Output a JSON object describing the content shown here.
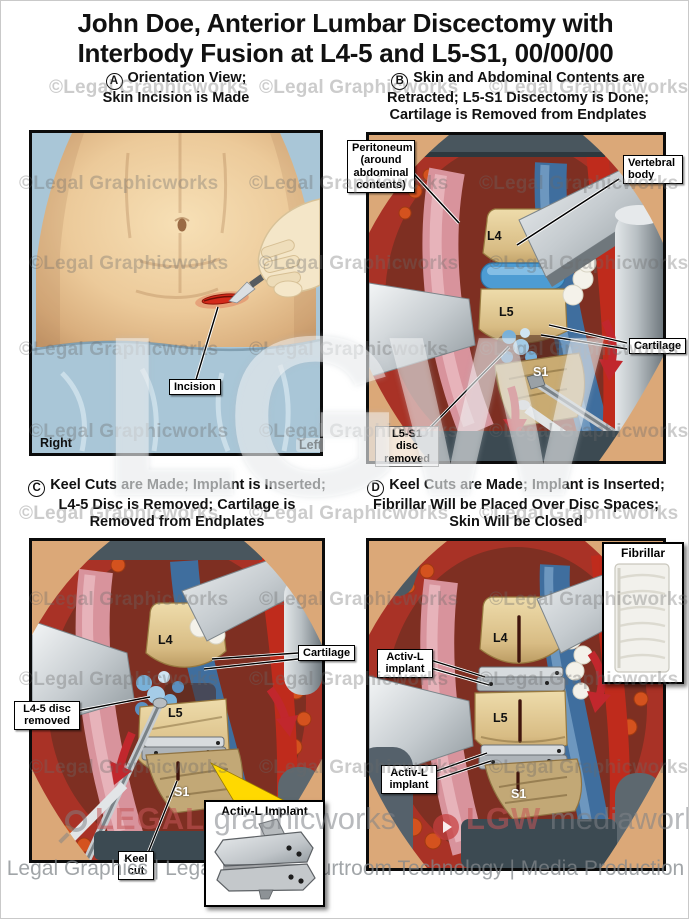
{
  "page": {
    "title_line1": "John Doe, Anterior Lumbar Discectomy with",
    "title_line2": "Interbody Fusion at L4-5 and L5-S1, 00/00/00",
    "footer": "Legal Graphics | Legal Video | Courtroom Technology | Media Production"
  },
  "watermarks": {
    "tile": "©Legal Graphicworks",
    "big": "LGW",
    "logo_left_word1": "LEGAL",
    "logo_left_word2": " graphicworks",
    "logo_right_word1": "LGW",
    "logo_right_word2": " mediaworks"
  },
  "panel_a": {
    "letter": "A",
    "caption_line1": "Orientation View;",
    "caption_line2": "Skin Incision is Made",
    "label_incision": "Incision",
    "orientation_right": "Right",
    "orientation_left": "Left"
  },
  "panel_b": {
    "letter": "B",
    "caption_line1": "Skin and Abdominal Contents are",
    "caption_line2": "Retracted; L5-S1 Discectomy is Done;",
    "caption_line3": "Cartilage is Removed from Endplates",
    "label_peritoneum": "Peritoneum\n(around\nabdominal\ncontents)",
    "label_vertebral_body": "Vertebral\nbody",
    "label_cartilage": "Cartilage",
    "label_disc_removed": "L5-S1 disc\nremoved",
    "vertebra_l4": "L4",
    "vertebra_l5": "L5",
    "vertebra_s1": "S1"
  },
  "panel_c": {
    "letter": "C",
    "caption_line1": "Keel Cuts are Made; Implant is Inserted;",
    "caption_line2": "L4-5 Disc is Removed; Cartilage is",
    "caption_line3": "Removed from Endplates",
    "label_cartilage": "Cartilage",
    "label_disc_removed": "L4-5 disc\nremoved",
    "label_keel_cut": "Keel\ncut",
    "inset_title": "Activ-L Implant",
    "vertebra_l4": "L4",
    "vertebra_l5": "L5",
    "vertebra_s1": "S1"
  },
  "panel_d": {
    "letter": "D",
    "caption_line1": "Keel Cuts are Made; Implant is Inserted;",
    "caption_line2": "Fibrillar Will be Placed Over Disc Spaces;",
    "caption_line3": "Skin Will be Closed",
    "label_implant_top": "Activ-L\nimplant",
    "label_implant_bottom": "Activ-L\nimplant",
    "inset_title": "Fibrillar",
    "vertebra_l4": "L4",
    "vertebra_l5": "L5",
    "vertebra_s1": "S1"
  },
  "colors": {
    "drape_blue": "#a9c6d7",
    "skin_tan": "#e8c59a",
    "bone_tan": "#dcc28c",
    "disc_blue": "#4d9cd3",
    "cavity_red": "#7e2f22",
    "retractor_gray": "#c3c9cc",
    "arrow_red": "#c1272d",
    "pointer_yellow": "#ffd900",
    "watermark_gray": "#696969"
  }
}
